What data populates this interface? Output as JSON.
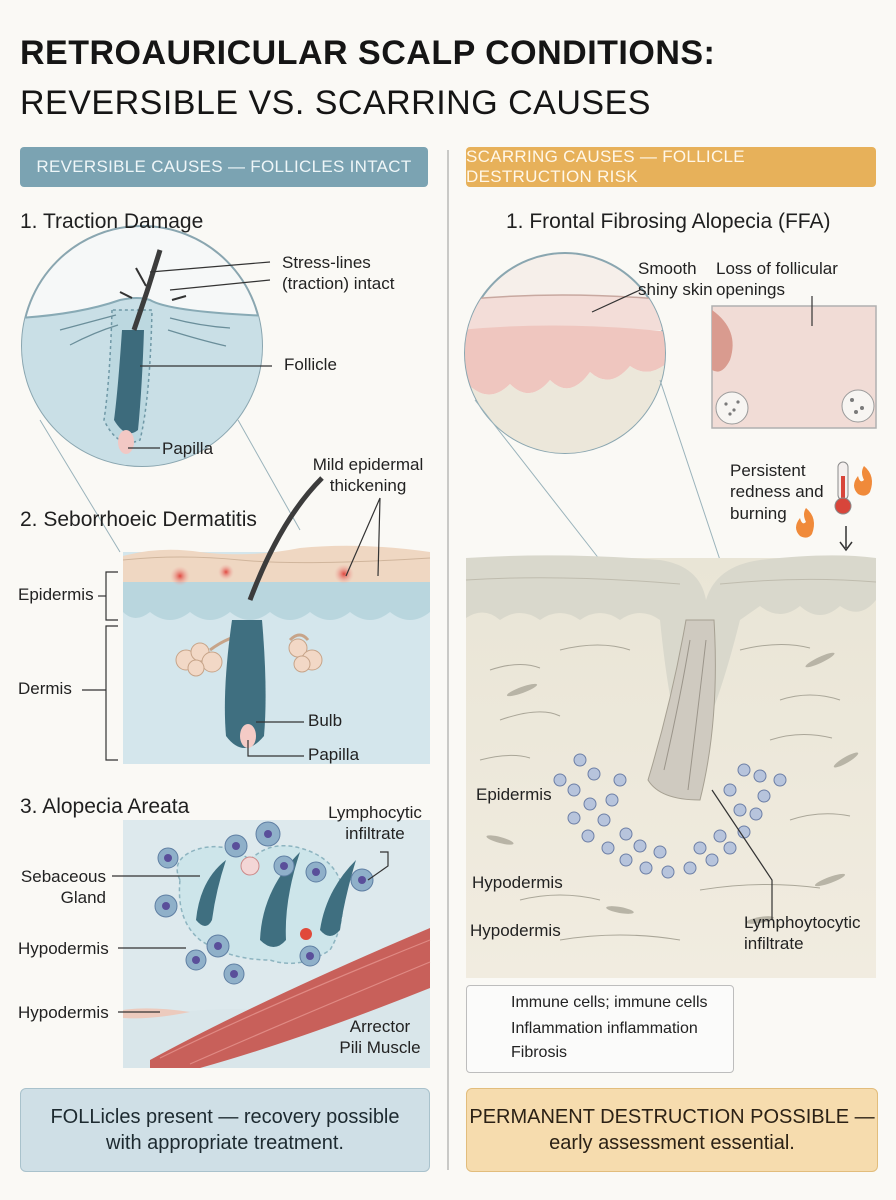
{
  "title": {
    "line1": "RETROAURICULAR SCALP CONDITIONS:",
    "line2": "REVERSIBLE VS. SCARRING CAUSES"
  },
  "left": {
    "band": "REVERSIBLE CAUSES — FOLLICLES INTACT",
    "sections": {
      "traction": "1. Traction Damage",
      "seborrhoeic": "2. Seborrhoeic Dermatitis",
      "alopecia": "3. Alopecia Areata"
    },
    "labels": {
      "stress_lines": "Stress-lines\n(traction) intact",
      "follicle": "Follicle",
      "papilla_1": "Papilla",
      "mild_thickening": "Mild epidermal\nthickening",
      "epidermis": "Epidermis",
      "dermis": "Dermis",
      "bulb": "Bulb",
      "papilla_2": "Papilla",
      "lymphocytic": "Lymphocytic\ninfiltrate",
      "sebaceous": "Sebaceous\nGland",
      "hypodermis_1": "Hypodermis",
      "hypodermis_2": "Hypodermis",
      "arrector": "Arrector\nPili Muscle"
    },
    "summary": "FOLLicles present — recovery possible\nwith appropriate treatment."
  },
  "right": {
    "band": "SCARRING CAUSES — FOLLICLE DESTRUCTION RISK",
    "section": "1. Frontal Fibrosing Alopecia (FFA)",
    "labels": {
      "smooth_skin": "Smooth\nshiny skin",
      "loss_openings": "Loss of follicular\nopenings",
      "redness": "Persistent\nredness and\nburning",
      "epidermis": "Epidermis",
      "hypodermis_1": "Hypodermis",
      "hypodermis_2": "Hypodermis",
      "lympho": "Lymphoytocytic\ninfiltrate"
    },
    "legend": {
      "immune": "Immune cells; immune cells",
      "inflammation": "Inflammation inflammation",
      "fibrosis": "Fibrosis"
    },
    "summary": "PERMANENT DESTRUCTION POSSIBLE —\nearly assessment essential."
  },
  "colors": {
    "left_band": "#7ba3b2",
    "right_band": "#e7b15a",
    "tissue_blue": "#cfe3e9",
    "tissue_beige": "#ece6d3",
    "muscle": "#c8605a"
  },
  "icons": {
    "thermometer": "thermometer-icon",
    "flame": "flame-icon",
    "immune_cell": "immune-cell-icon",
    "inflammation": "inflammation-icon",
    "fibrosis": "fibrosis-icon"
  }
}
